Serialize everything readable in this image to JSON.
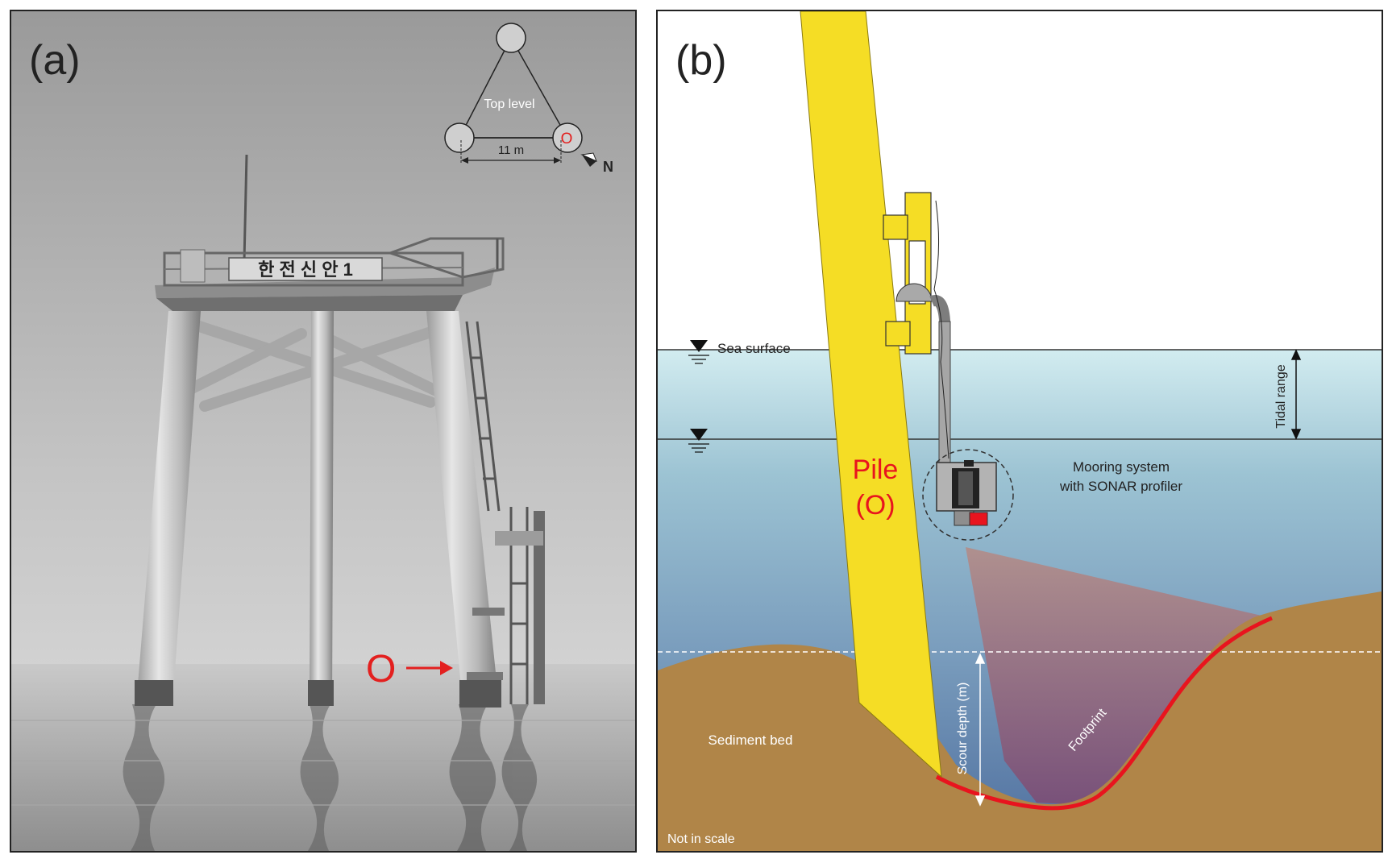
{
  "panel_a": {
    "label": "(a)",
    "platform_sign": "한 전 신 안 1",
    "pile_marker": "O",
    "inset": {
      "title": "Top level",
      "dimension": "11 m",
      "pile_marker": "O",
      "north": "N"
    }
  },
  "panel_b": {
    "label": "(b)",
    "sea_surface": "Sea surface",
    "tidal_range": "Tidal range",
    "pile_label_1": "Pile",
    "pile_label_2": "(O)",
    "mooring_1": "Mooring system",
    "mooring_2": "with SONAR profiler",
    "scour_depth": "Scour depth (m)",
    "footprint": "Footprint",
    "sediment": "Sediment bed",
    "scale_note": "Not in scale"
  },
  "colors": {
    "pile_yellow": "#f5dd25",
    "sediment": "#b08548",
    "footprint_red": "#e8141e",
    "marker_red": "#e3201f"
  }
}
